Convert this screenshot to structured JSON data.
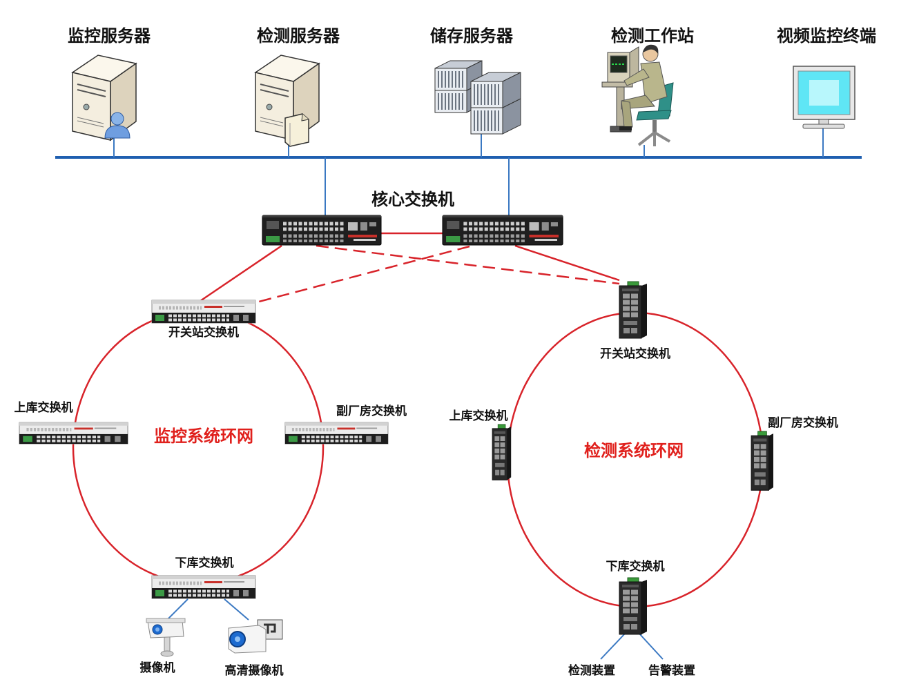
{
  "top_devices": {
    "monitoring_server": "监控服务器",
    "detection_server": "检测服务器",
    "storage_server": "储存服务器",
    "detection_workstation": "检测工作站",
    "video_terminal": "视频监控终端"
  },
  "core_switch": "核心交换机",
  "monitoring_ring": {
    "label": "监控系统环网",
    "top": "开关站交换机",
    "left": "上库交换机",
    "right": "副厂房交换机",
    "bottom": "下库交换机",
    "endpoints": [
      "摄像机",
      "高清摄像机"
    ]
  },
  "detection_ring": {
    "label": "检测系统环网",
    "top": "开关站交换机",
    "left": "上库交换机",
    "right": "副厂房交换机",
    "bottom": "下库交换机",
    "endpoints": [
      "检测装置",
      "告警装置"
    ]
  },
  "colors": {
    "network_bus": "#1f5fb0",
    "link": "#3a78c2",
    "ring": "#d8232a",
    "ring_label": "#e0201c"
  }
}
